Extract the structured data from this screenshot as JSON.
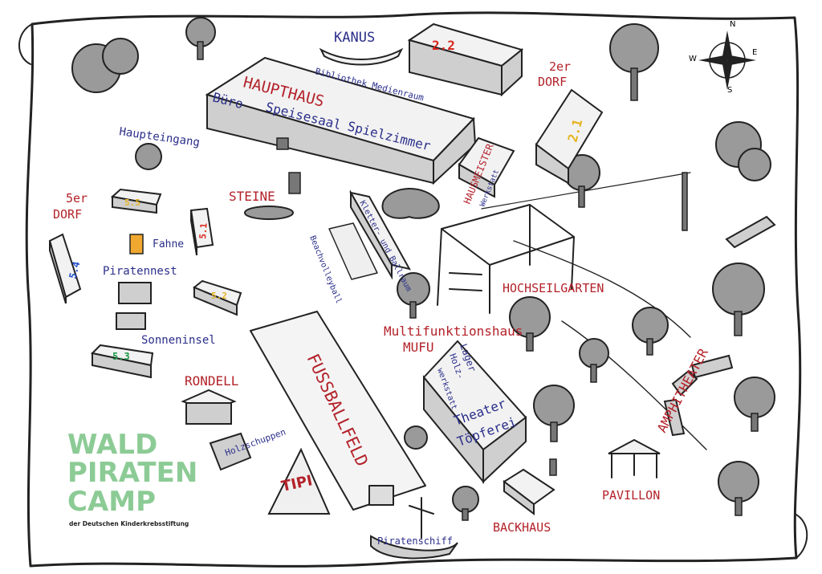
{
  "labels": {
    "kanus": "KANUS",
    "haupthaus": "HAUPTHAUS",
    "bibliothek": "Bibliothek  Medienraum",
    "buero": "Büro",
    "speisesaal": "Speisesaal",
    "spielzimmer": "Spielzimmer",
    "haupteingang": "Haupteingang",
    "zweier_a": "2er",
    "zweier_b": "DORF",
    "fuenfer_a": "5er",
    "fuenfer_b": "DORF",
    "steine": "STEINE",
    "fahne": "Fahne",
    "piratennest": "Piratennest",
    "sonneninsel": "Sonneninsel",
    "rondell": "RONDELL",
    "holzschuppen": "Holzschuppen",
    "tipi": "TIPI",
    "fussballfeld": "FUSSBALLFELD",
    "beachvolleyball": "Beachvolleyball",
    "kletter": "Kletter- und Ballraum",
    "hausmeister": "HAUSMEISTER",
    "werkstatt": "Werkstatt",
    "hochseilgarten": "HOCHSEILGARTEN",
    "mufu_a": "Multifunktionshaus",
    "mufu_b": "MUFU",
    "lager": "Lager",
    "holz_a": "Holz-",
    "holz_b": "werkstatt",
    "theater": "Theater",
    "toepferei": "Töpferei",
    "amphitheater": "AMPHITHEATER",
    "pavillon": "PAVILLON",
    "backhaus": "BACKHAUS",
    "piratenschiff": "Piratenschiff"
  },
  "numbers": {
    "n22": "2.2",
    "n21": "2.1",
    "n55": "5.5",
    "n51": "5.1",
    "n54": "5.4",
    "n52": "5.2",
    "n53": "5.3"
  },
  "compass": {
    "n": "N",
    "e": "E",
    "s": "S",
    "w": "W"
  },
  "logo": {
    "line1": "WALD",
    "line2": "PIRATEN",
    "line3": "CAMP",
    "sub": "der Deutschen Kinderkrebsstiftung"
  },
  "colors": {
    "label_red": "#b3222a",
    "label_blue": "#2b2f8a",
    "logo_green": "#8ccb95",
    "num_red": "#d9261c",
    "num_yellow": "#e6b422",
    "num_blue": "#2050c8",
    "num_green": "#1f9a4a"
  }
}
